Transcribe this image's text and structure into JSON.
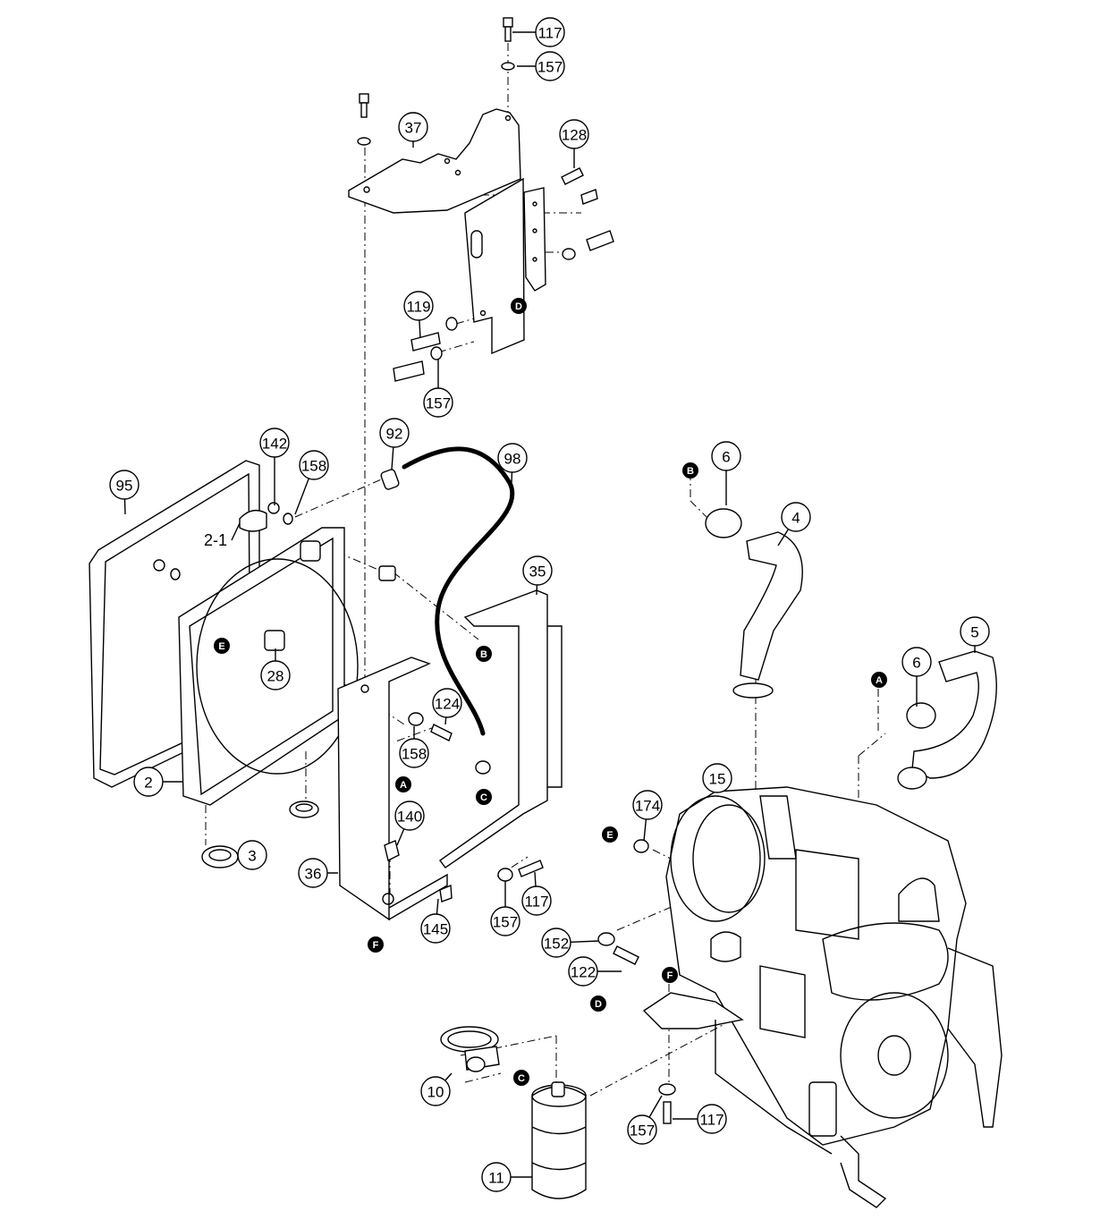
{
  "callouts": [
    {
      "label": "117"
    },
    {
      "label": "157"
    },
    {
      "label": "37"
    },
    {
      "label": "128"
    },
    {
      "label": "119"
    },
    {
      "label": "157"
    },
    {
      "label": "92"
    },
    {
      "label": "98"
    },
    {
      "label": "142"
    },
    {
      "label": "158"
    },
    {
      "label": "95"
    },
    {
      "label": "35"
    },
    {
      "label": "28"
    },
    {
      "label": "124"
    },
    {
      "label": "158"
    },
    {
      "label": "2"
    },
    {
      "label": "3"
    },
    {
      "label": "140"
    },
    {
      "label": "36"
    },
    {
      "label": "145"
    },
    {
      "label": "157"
    },
    {
      "label": "117"
    },
    {
      "label": "6"
    },
    {
      "label": "4"
    },
    {
      "label": "5"
    },
    {
      "label": "6"
    },
    {
      "label": "15"
    },
    {
      "label": "174"
    },
    {
      "label": "152"
    },
    {
      "label": "122"
    },
    {
      "label": "10"
    },
    {
      "label": "11"
    },
    {
      "label": "157"
    },
    {
      "label": "117"
    }
  ],
  "plain_labels": [
    {
      "label": "2-1"
    }
  ],
  "markers": [
    {
      "label": "D"
    },
    {
      "label": "E"
    },
    {
      "label": "B"
    },
    {
      "label": "A"
    },
    {
      "label": "C"
    },
    {
      "label": "F"
    },
    {
      "label": "B"
    },
    {
      "label": "A"
    },
    {
      "label": "E"
    },
    {
      "label": "F"
    },
    {
      "label": "D"
    },
    {
      "label": "C"
    }
  ]
}
